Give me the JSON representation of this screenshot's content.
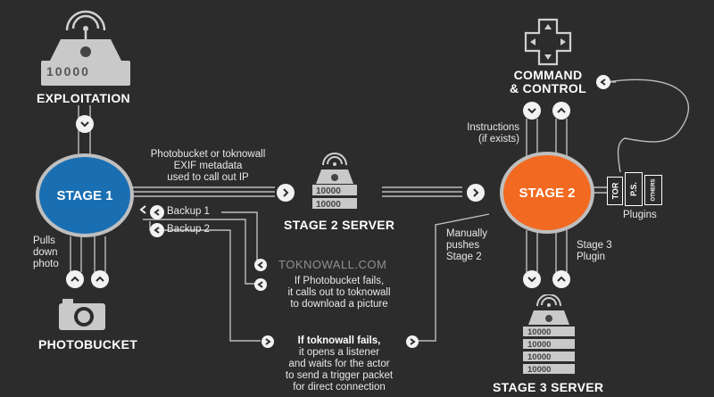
{
  "nodes": {
    "exploitation": "EXPLOITATION",
    "stage1": "STAGE 1",
    "stage2_server": "STAGE 2 SERVER",
    "stage2": "STAGE 2",
    "command_line1": "COMMAND",
    "command_line2": "& CONTROL",
    "photobucket": "PHOTOBUCKET",
    "stage3_server": "STAGE 3 SERVER",
    "toknowall": "TOKNOWALL.COM"
  },
  "server_display": "10000",
  "labels": {
    "photobucket_exif": [
      "Photobucket or toknowall",
      "EXIF metadata",
      "used to call out IP"
    ],
    "backup1": "Backup 1",
    "backup2": "Backup 2",
    "pulls_down": [
      "Pulls",
      "down",
      "photo"
    ],
    "if_photobucket_fails": [
      "If Photobucket fails,",
      "it calls out to toknowall",
      "to download a picture"
    ],
    "if_toknowall_fails_bold": "If toknowall fails,",
    "if_toknowall_fails_rest": [
      "it opens a listener",
      "and waits for the actor",
      "to send a trigger packet",
      "for direct connection"
    ],
    "instructions": [
      "Instructions",
      "(if exists)"
    ],
    "manually_pushes": [
      "Manually",
      "pushes",
      "Stage 2"
    ],
    "stage3_plugin": [
      "Stage 3",
      "Plugin"
    ],
    "plugins_label": "Plugins",
    "plugin_tor": "TOR",
    "plugin_ps": "P.S.",
    "plugin_others": "OTHERS"
  },
  "colors": {
    "background": "#2c2c2c",
    "stage1": "#1a6fb3",
    "stage2": "#f26a21",
    "lines": "#bdbdbd",
    "server": "#c9c9c9"
  }
}
